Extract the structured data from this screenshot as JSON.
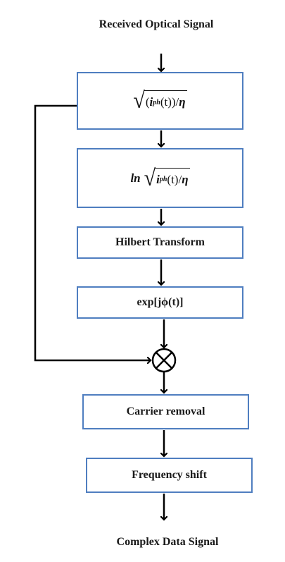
{
  "input_label": "Received Optical Signal",
  "output_label": "Complex Data Signal",
  "blocks": {
    "sqrt_block": {
      "var": "i",
      "sub": "ph",
      "arg": "(t)",
      "eta": "η"
    },
    "ln_block": {
      "ln": "ln",
      "var": "i",
      "sub": "ph",
      "arg": "(t)",
      "eta": "η"
    },
    "hilbert": "Hilbert Transform",
    "exp": "exp[jϕ(t)]",
    "carrier": "Carrier removal",
    "freq": "Frequency shift"
  },
  "colors": {
    "box_border": "#4f7ec0",
    "line": "#000000"
  },
  "icons": {
    "mixer": "multiply-circle-icon"
  }
}
